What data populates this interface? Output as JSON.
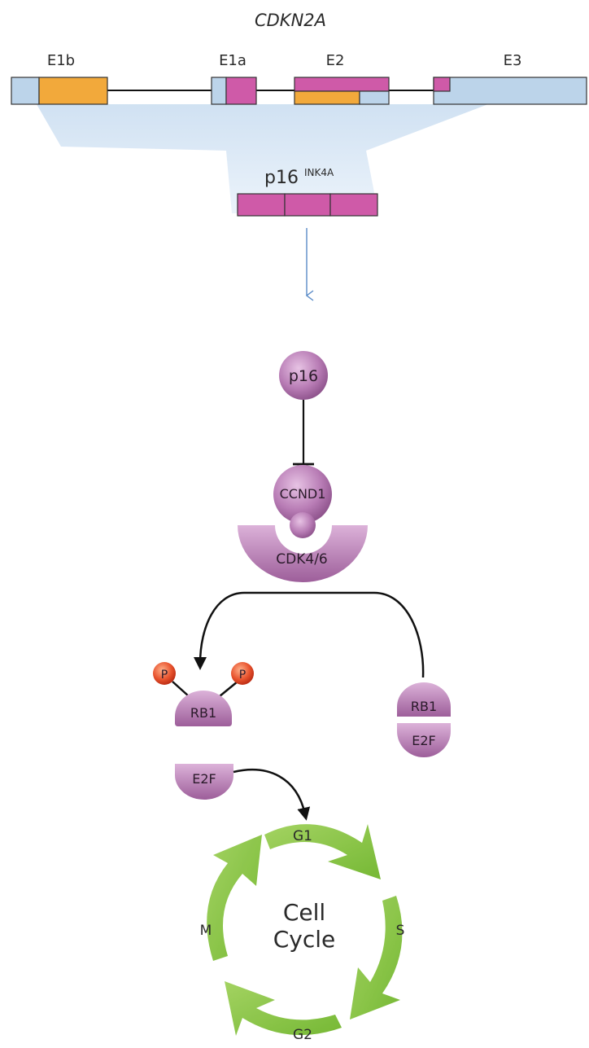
{
  "gene": {
    "name": "CDKN2A",
    "exons": {
      "e1b": "E1b",
      "e1a": "E1a",
      "e2": "E2",
      "e3": "E3"
    },
    "transcript": {
      "name": "p16",
      "superscript": "INK4A"
    }
  },
  "proteins": {
    "p16": "p16",
    "ccnd1": "CCND1",
    "cdk": "CDK4/6",
    "rb1_phospho": "RB1",
    "phospho_left": "P",
    "phospho_right": "P",
    "rb1_bound": "RB1",
    "e2f_bound": "E2F",
    "e2f_free": "E2F"
  },
  "cell_cycle": {
    "title_line1": "Cell",
    "title_line2": "Cycle",
    "phases": {
      "g1": "G1",
      "s": "S",
      "g2": "G2",
      "m": "M"
    }
  },
  "colors": {
    "utr": "#bcd4ea",
    "orange_exon": "#f2a93b",
    "pink_exon": "#cf5aa8",
    "protein": "#b77ab4",
    "phospho": "#e24a2a",
    "cycle_arrow": "#8dc63f",
    "fan": "#d6e6f5"
  }
}
